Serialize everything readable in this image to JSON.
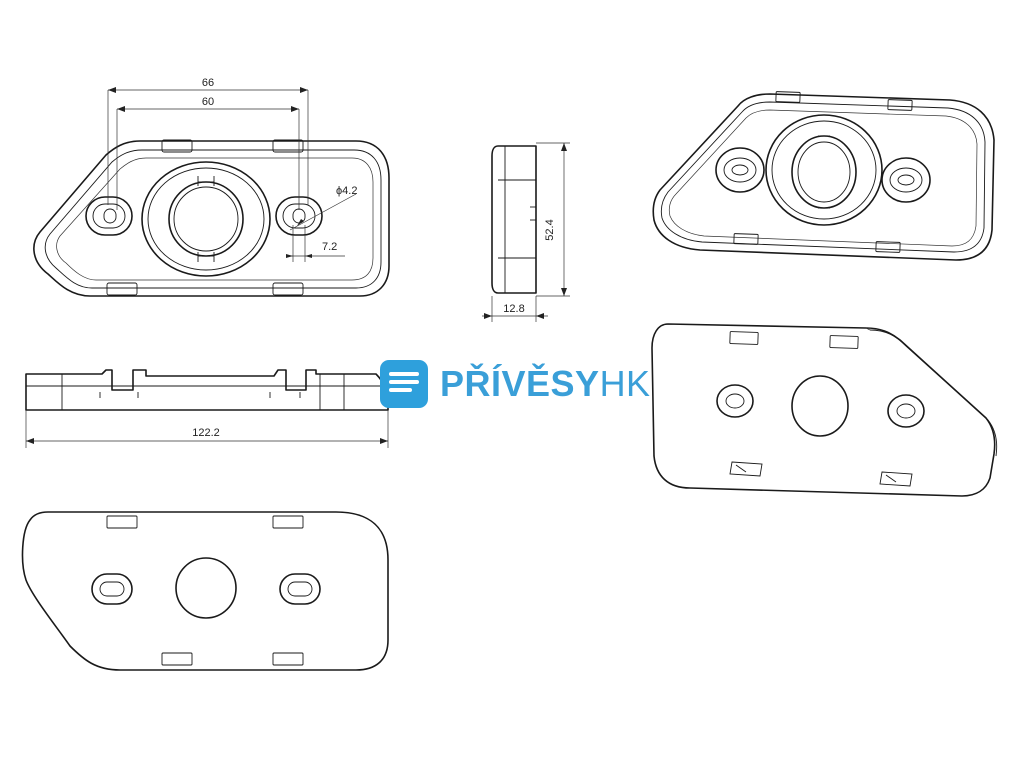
{
  "dimensions": {
    "width_66": "66",
    "width_60": "60",
    "hole_diameter": "ϕ4.2",
    "hole_offset": "7.2",
    "height_52_4": "52.4",
    "thickness_12_8": "12.8",
    "length_122_2": "122.2"
  },
  "logo": {
    "brand_bold": "PŘÍVĚSY",
    "brand_light": "HK",
    "accent_color": "#2ea0dc"
  }
}
